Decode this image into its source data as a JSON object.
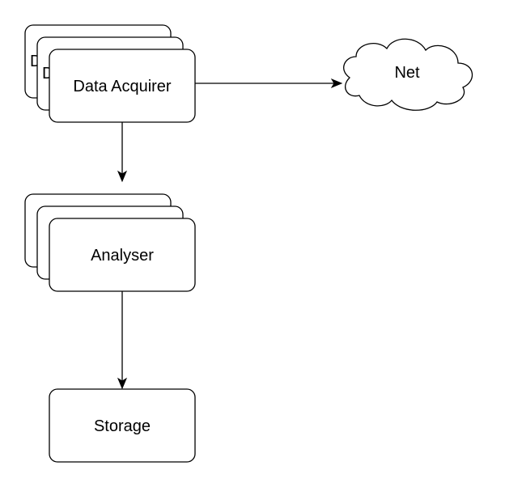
{
  "diagram": {
    "nodes": {
      "data_acquirer": {
        "label": "Data Acquirer",
        "back_label_fragment": "D"
      },
      "analyser": {
        "label": "Analyser"
      },
      "storage": {
        "label": "Storage"
      },
      "net": {
        "label": "Net"
      }
    },
    "edges": [
      {
        "from": "Data Acquirer",
        "to": "Net"
      },
      {
        "from": "Data Acquirer",
        "to": "Analyser"
      },
      {
        "from": "Analyser",
        "to": "Storage"
      }
    ]
  }
}
